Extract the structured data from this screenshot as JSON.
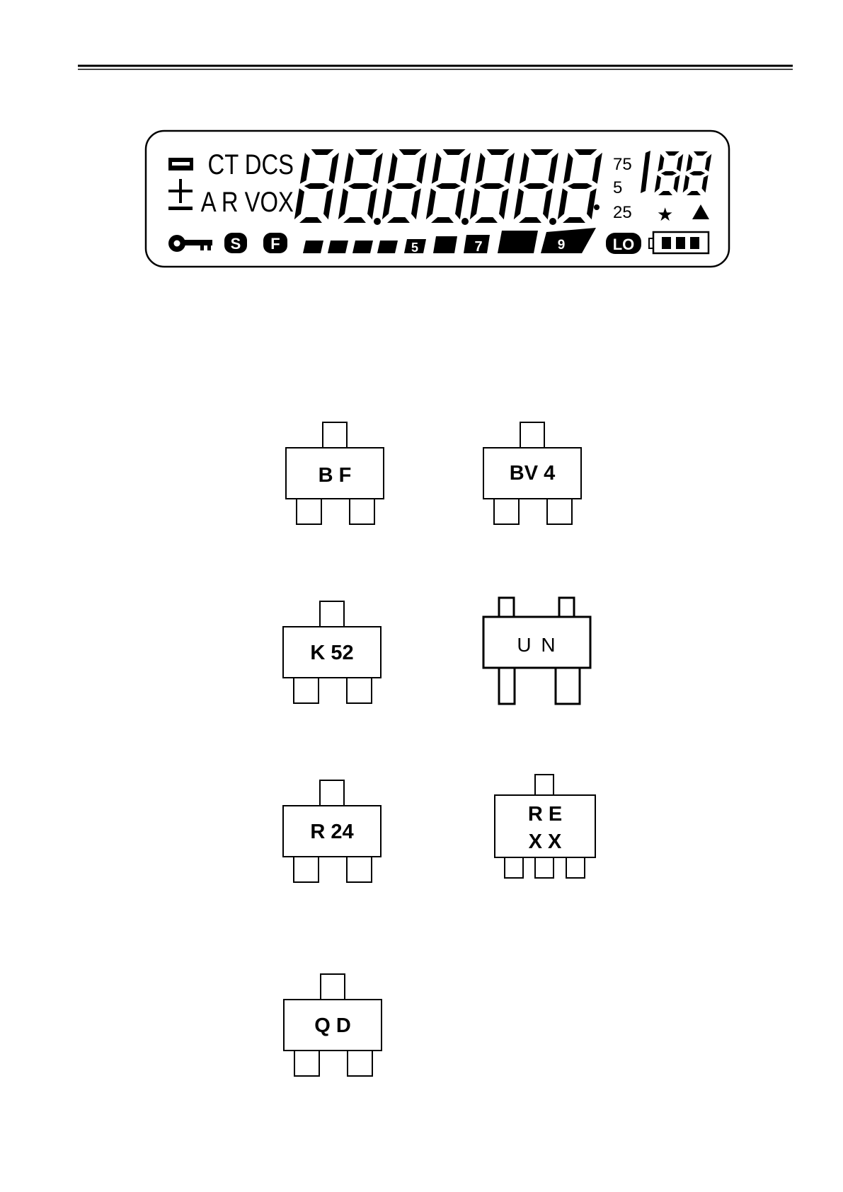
{
  "lcd": {
    "indicators": {
      "ct_dcs": "CT DCS",
      "a_r_vox": "A R VOX",
      "step_75": "75",
      "step_5": "5",
      "step_25": "25",
      "s_badge": "S",
      "f_badge": "F",
      "lo_badge": "LO",
      "meter_5": "5",
      "meter_7": "7",
      "meter_9": "9"
    },
    "main_digit_count": 7,
    "small_digit_count": 3
  },
  "packages": [
    {
      "id": "bf",
      "label": "B F",
      "style": "sot23"
    },
    {
      "id": "bv4",
      "label": "BV 4",
      "style": "sot23"
    },
    {
      "id": "k52",
      "label": "K 52",
      "style": "sot23"
    },
    {
      "id": "un",
      "label": "U N",
      "style": "sot323"
    },
    {
      "id": "r24",
      "label": "R 24",
      "style": "sot23"
    },
    {
      "id": "rexx",
      "label_line1": "R E",
      "label_line2": "X X",
      "style": "sot89"
    },
    {
      "id": "qd",
      "label": "Q D",
      "style": "sot23"
    }
  ]
}
